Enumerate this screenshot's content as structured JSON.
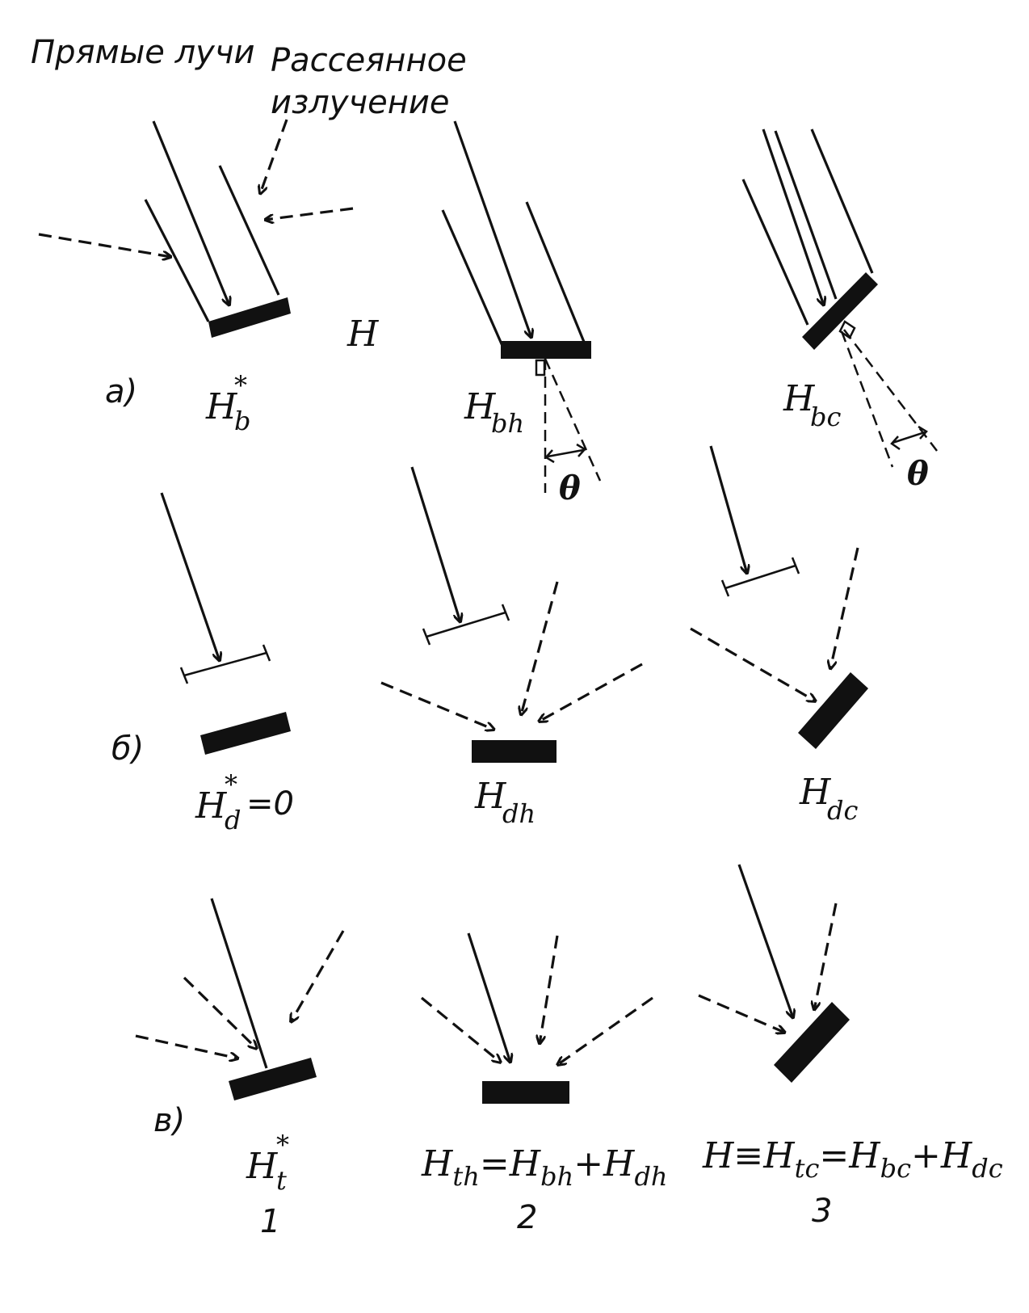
{
  "captions": {
    "direct_rays": "Прямые лучи",
    "scattered_line1": "Рассеянное",
    "scattered_line2": "излучение",
    "top_H": "H"
  },
  "rows": {
    "a": {
      "letter": "а)"
    },
    "b": {
      "letter": "б)"
    },
    "v": {
      "letter": "в)"
    }
  },
  "labels": {
    "Hb_star": {
      "main": "H",
      "sup": "*",
      "sub": "b"
    },
    "Hbh": {
      "main": "H",
      "sub": "bh"
    },
    "Hbc": {
      "main": "H",
      "sub": "bc"
    },
    "theta1": "θ",
    "theta2": "θ",
    "Hd_star": {
      "main": "H",
      "sup": "*",
      "sub": "d",
      "rest": "=0"
    },
    "Hdh": {
      "main": "H",
      "sub": "dh"
    },
    "Hdc": {
      "main": "H",
      "sub": "dc"
    },
    "Ht_star": {
      "main": "H",
      "sup": "*",
      "sub": "t"
    },
    "Hth": {
      "p1": "H",
      "s1": "th",
      "p2": "=H",
      "s2": "bh",
      "p3": "+H",
      "s3": "dh"
    },
    "Htc": {
      "p1": "H≡H",
      "s1": "tc",
      "p2": "=H",
      "s2": "bc",
      "p3": "+H",
      "s3": "dc"
    }
  },
  "columns": {
    "c1": "1",
    "c2": "2",
    "c3": "3"
  }
}
